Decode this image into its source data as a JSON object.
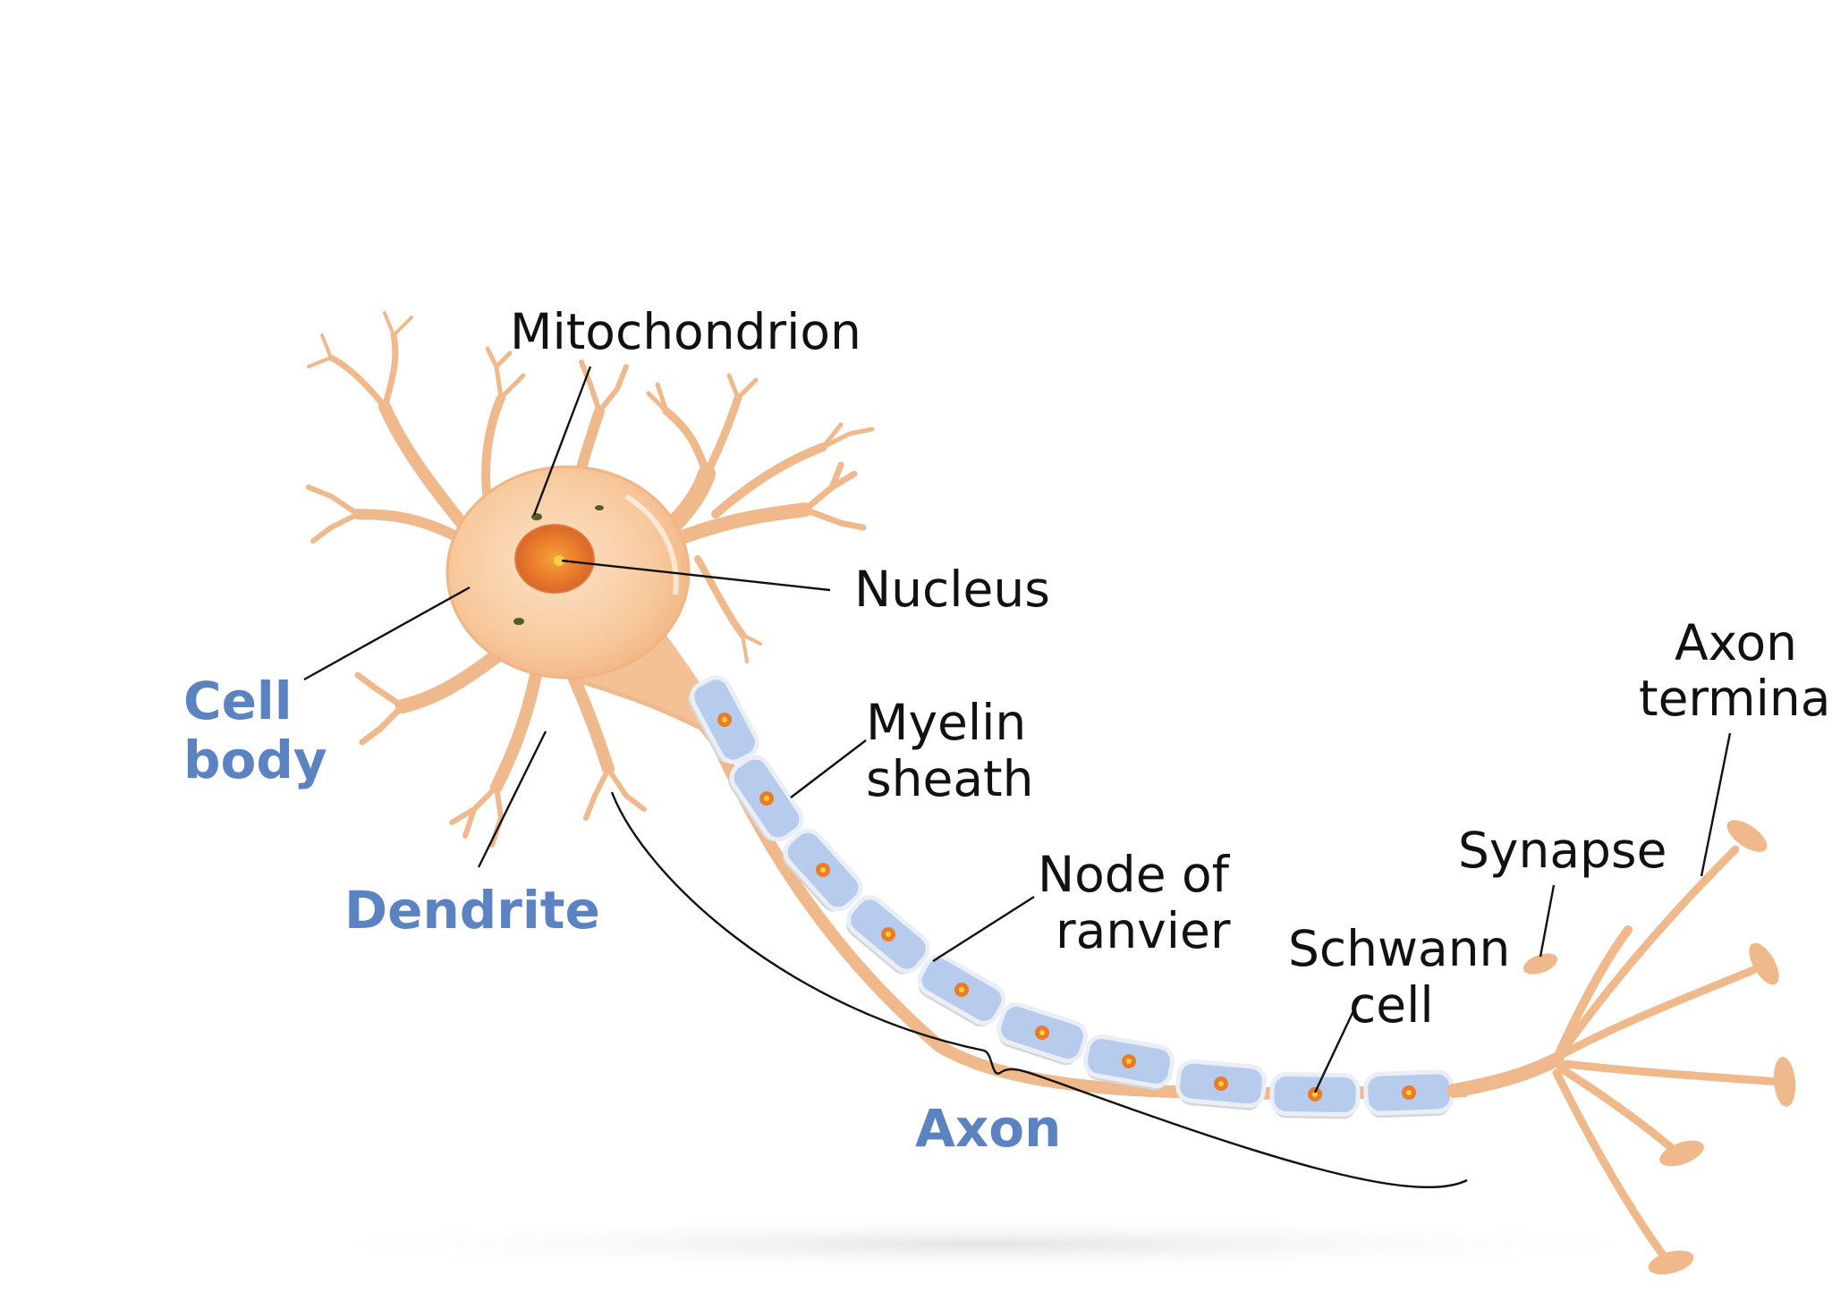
{
  "labels": {
    "mitochondrion": "Mitochondrion",
    "nucleus": "Nucleus",
    "cell_body_1": "Cell",
    "cell_body_2": "body",
    "dendrite": "Dendrite",
    "myelin_1": "Myelin",
    "myelin_2": "sheath",
    "node_1": "Node of",
    "node_2": "ranvier",
    "schwann_1": "Schwann",
    "schwann_2": "cell",
    "synapse": "Synapse",
    "axon_terminal_1": "Axon",
    "axon_terminal_2": "terminal",
    "axon": "Axon"
  },
  "colors": {
    "label_text": "#111111",
    "structure_label": "#5b83c2",
    "cell_body": "#f6c9a0",
    "nucleus": "#e07a2a",
    "myelin": "#b7cbec",
    "dendrite": "#f0b98c"
  }
}
